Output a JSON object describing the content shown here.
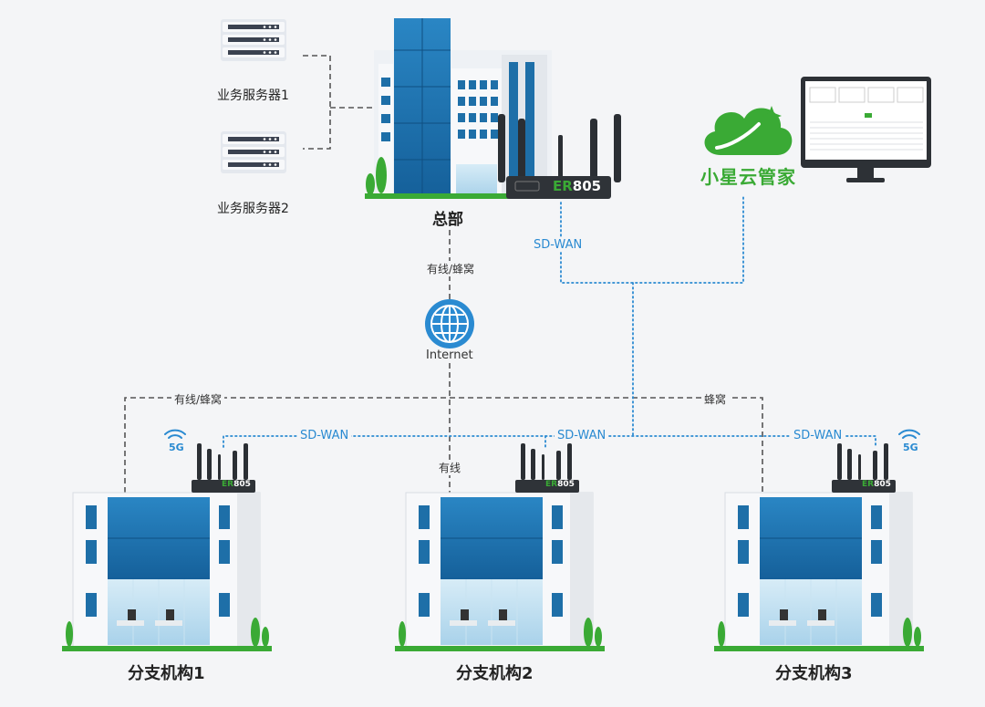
{
  "servers": {
    "server_1": "业务服务器1",
    "server_2": "业务服务器2"
  },
  "hq": {
    "label": "总部",
    "router_model_prefix": "ER",
    "router_model_suffix": "805"
  },
  "cloud": {
    "name": "小星云管家"
  },
  "links": {
    "sdwan": "SD-WAN",
    "wired_cellular": "有线/蜂窝",
    "wired": "有线",
    "cellular": "蜂窝",
    "internet": "Internet"
  },
  "branches": {
    "b1": {
      "label": "分支机构1",
      "badge": "5G"
    },
    "b2": {
      "label": "分支机构2"
    },
    "b3": {
      "label": "分支机构3",
      "badge": "5G"
    }
  },
  "colors": {
    "sdwan_line": "#2a8ad1",
    "wired_line": "#555555",
    "brand_green": "#3aaa35",
    "building_blue": "#1e6fa8"
  }
}
